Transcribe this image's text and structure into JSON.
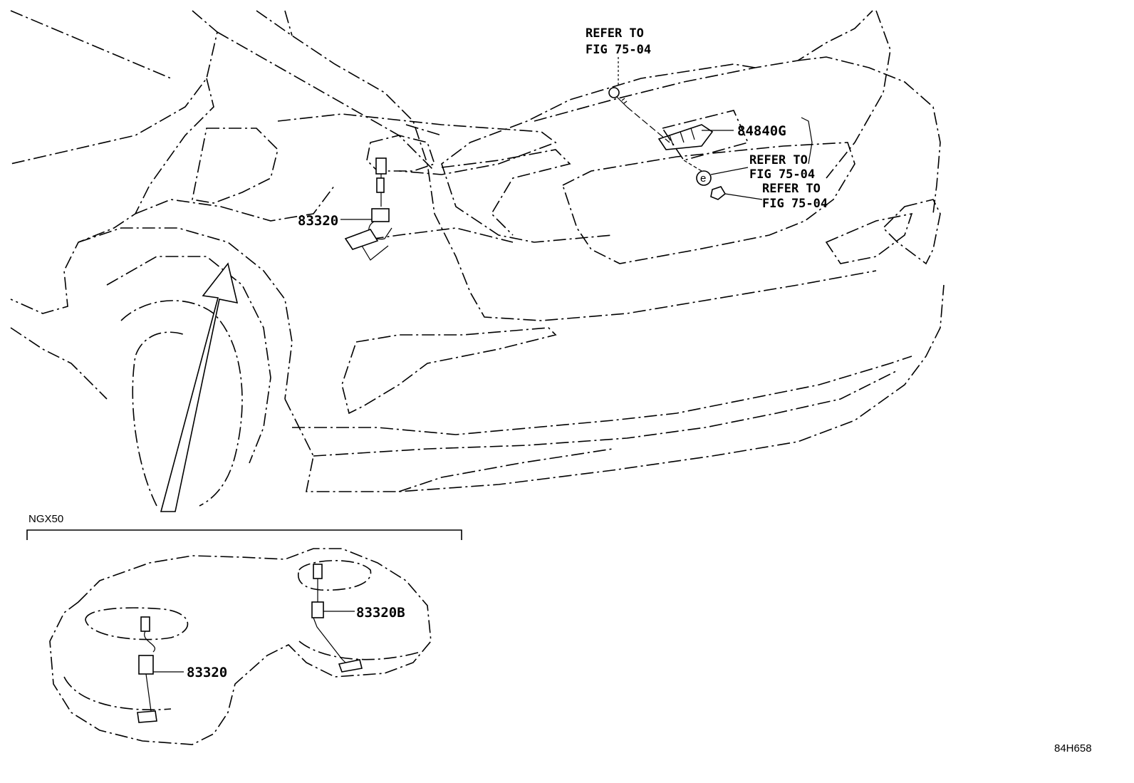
{
  "callouts": {
    "refer_top": [
      "REFER TO",
      "FIG 75-04"
    ],
    "part_84840g": "84840G",
    "refer_mid": [
      "REFER TO",
      "FIG 75-04"
    ],
    "refer_low": [
      "REFER TO",
      "FIG 75-04"
    ],
    "part_83320_main": "83320"
  },
  "inset": {
    "variant_label": "NGX50",
    "part_83320b": "83320B",
    "part_83320": "83320"
  },
  "figure_id": "84H658"
}
